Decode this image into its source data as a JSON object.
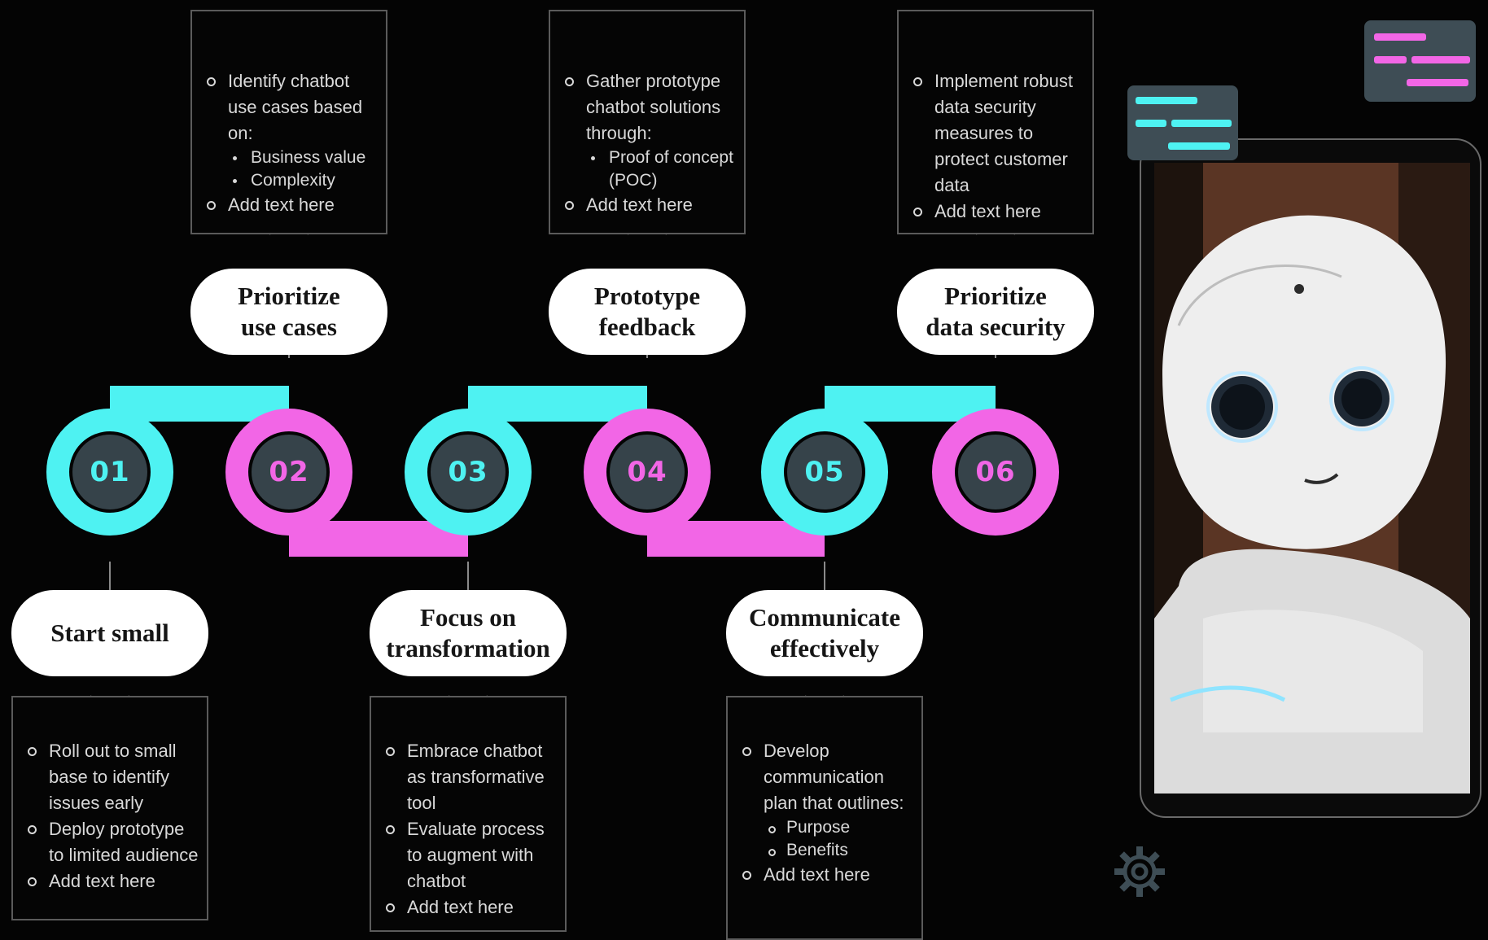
{
  "steps": [
    {
      "num": "01",
      "title": "Start small",
      "bullets": [
        {
          "text": "Roll out to small base to identify issues early",
          "subs": []
        },
        {
          "text": "Deploy prototype to limited audience",
          "subs": []
        },
        {
          "text": "Add text here",
          "subs": []
        }
      ]
    },
    {
      "num": "02",
      "title": "Prioritize\nuse cases",
      "bullets": [
        {
          "text": "Identify chatbot use cases based on:",
          "subs": [
            "Business value",
            "Complexity"
          ]
        },
        {
          "text": "Add text here",
          "subs": []
        }
      ]
    },
    {
      "num": "03",
      "title": "Focus on\ntransformation",
      "bullets": [
        {
          "text": "Embrace chatbot as transformative tool",
          "subs": []
        },
        {
          "text": "Evaluate process to augment with chatbot",
          "subs": []
        },
        {
          "text": "Add text here",
          "subs": []
        }
      ]
    },
    {
      "num": "04",
      "title": "Prototype\nfeedback",
      "bullets": [
        {
          "text": "Gather prototype chatbot solutions through:",
          "subs": [
            "Proof of concept (POC)"
          ]
        },
        {
          "text": "Add text here",
          "subs": []
        }
      ]
    },
    {
      "num": "05",
      "title": "Communicate\neffectively",
      "bullets": [
        {
          "text": "Develop communication plan that outlines:",
          "subs": [
            "Purpose",
            "Benefits"
          ]
        },
        {
          "text": "Add text here",
          "subs": []
        }
      ]
    },
    {
      "num": "06",
      "title": "Prioritize\ndata security",
      "bullets": [
        {
          "text": "Implement robust data security measures to protect customer data",
          "subs": []
        },
        {
          "text": "Add text here",
          "subs": []
        }
      ]
    }
  ],
  "colors": {
    "cyan": "#4ef2f2",
    "magenta": "#f266e6",
    "node_fill": "#36434a",
    "background": "#040404",
    "card": "#3e4d55"
  },
  "icons": {
    "gear": "gear-icon",
    "robot_photo": "robot-photo"
  }
}
